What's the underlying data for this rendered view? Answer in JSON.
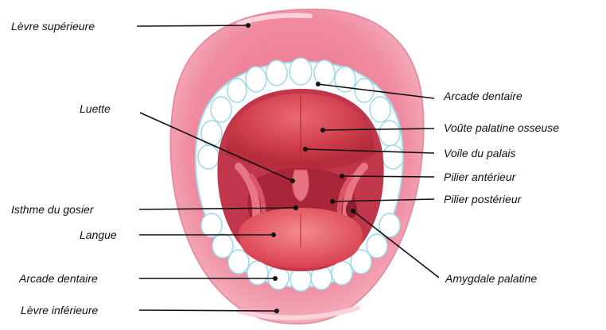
{
  "labels": {
    "levre_superieure": "Lèvre supérieure",
    "luette": "Luette",
    "isthme": "Isthme du gosier",
    "langue": "Langue",
    "arcade_inf": "Arcade dentaire",
    "levre_inferieure": "Lèvre inférieure",
    "arcade_sup": "Arcade dentaire",
    "voute": "Voûte palatine osseuse",
    "voile": "Voile du palais",
    "pilier_ant": "Pilier antérieur",
    "pilier_post": "Pilier postérieur",
    "amygdale": "Amygdale palatine"
  },
  "colors": {
    "lip": "#f2a9b8",
    "lip_inner": "#e96f88",
    "tooth": "#ffffff",
    "tooth_shade": "#c9ecf5",
    "palate": "#d2404e",
    "throat": "#b22a3a",
    "tongue": "#e8505d",
    "leader": "#111111"
  }
}
